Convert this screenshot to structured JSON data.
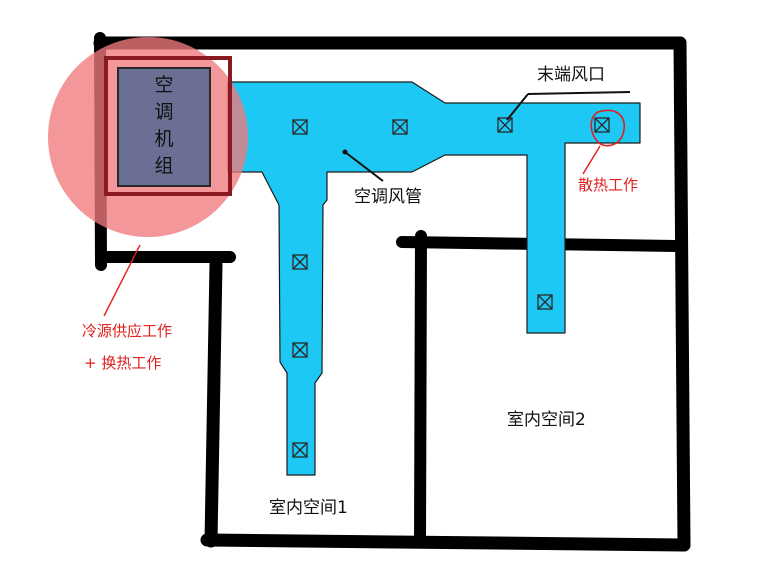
{
  "labels": {
    "ac_unit": [
      "空",
      "调",
      "机",
      "组"
    ],
    "terminal_outlet": "末端风口",
    "ac_duct": "空调风管",
    "heat_dissipation": "散热工作",
    "cold_source_line1": "冷源供应工作",
    "cold_source_line2": "+ 换热工作",
    "room1": "室内空间1",
    "room2": "室内空间2"
  },
  "colors": {
    "wall": "#000000",
    "duct": "#1ec8f5",
    "duct_outline": "#1a1a1a",
    "highlight_circle": "#f07a7e",
    "unit_fill": "#6b6f93",
    "annotation": "#e0201e"
  },
  "icons": {
    "diffuser": "diffuser-x-icon"
  }
}
